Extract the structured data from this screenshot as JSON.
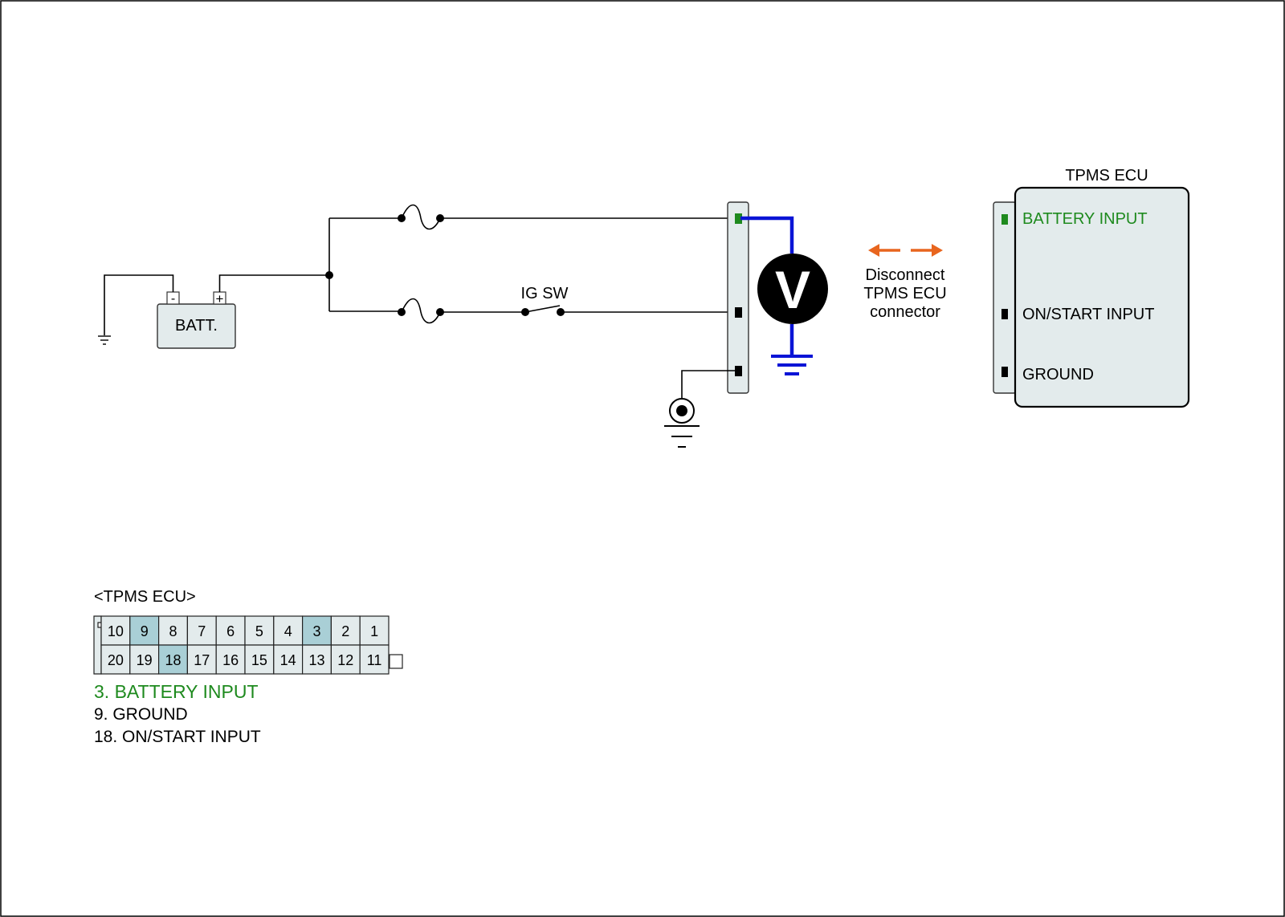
{
  "battery": {
    "label": "BATT.",
    "minus": "-",
    "plus": "+"
  },
  "ig_switch": {
    "label": "IG SW"
  },
  "voltmeter": {
    "label": "V"
  },
  "disconnect_note": {
    "line1": "Disconnect",
    "line2": "TPMS ECU",
    "line3": "connector"
  },
  "ecu": {
    "title": "TPMS ECU",
    "pins": [
      {
        "label": "BATTERY INPUT",
        "color": "#1e8a1e"
      },
      {
        "label": "ON/START INPUT",
        "color": "#000000"
      },
      {
        "label": "GROUND",
        "color": "#000000"
      }
    ]
  },
  "connector": {
    "title": "<TPMS ECU>",
    "top_row": [
      "10",
      "9",
      "8",
      "7",
      "6",
      "5",
      "4",
      "3",
      "2",
      "1"
    ],
    "bottom_row": [
      "20",
      "19",
      "18",
      "17",
      "16",
      "15",
      "14",
      "13",
      "12",
      "11"
    ],
    "highlighted": [
      "9",
      "3",
      "18"
    ]
  },
  "pin_legend": [
    {
      "text": "3. BATTERY INPUT",
      "color": "#1e8a1e"
    },
    {
      "text": "9. GROUND",
      "color": "#000000"
    },
    {
      "text": "18. ON/START INPUT",
      "color": "#000000"
    }
  ],
  "colors": {
    "probe_wire": "#0a14d6",
    "arrow": "#e8651e",
    "highlight_cell": "#a9cfd6",
    "cell": "#e3ebec"
  }
}
